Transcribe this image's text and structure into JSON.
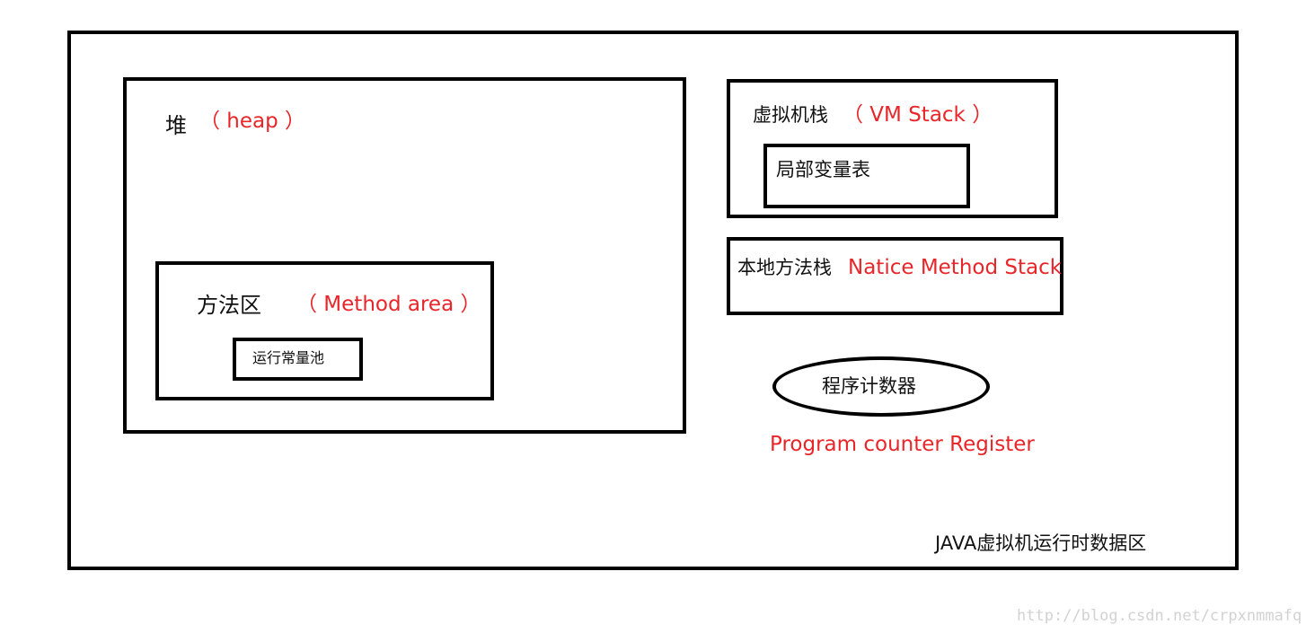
{
  "outer": {
    "label": "JAVA虚拟机运行时数据区"
  },
  "heap": {
    "title": "堆",
    "subtitle": "（ heap ）",
    "method_area": {
      "title": "方法区",
      "subtitle": "（ Method area ）",
      "constant_pool": {
        "label": "运行常量池"
      }
    }
  },
  "vm_stack": {
    "title": "虚拟机栈",
    "subtitle": "（ VM Stack ）",
    "local_vars": {
      "label": "局部变量表"
    }
  },
  "native_stack": {
    "title": "本地方法栈",
    "subtitle": "Natice Method Stack"
  },
  "program_counter": {
    "label": "程序计数器",
    "subtitle": "Program counter Register"
  },
  "watermark": "http://blog.csdn.net/crpxnmmafq",
  "colors": {
    "border": "#000000",
    "accent_text": "#e8262a",
    "text": "#111111",
    "watermark": "#d2d2d2"
  }
}
